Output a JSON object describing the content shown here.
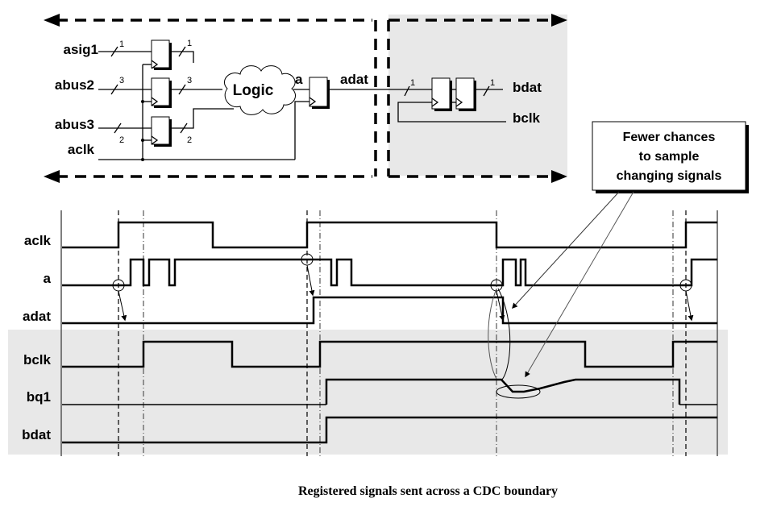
{
  "diagram": {
    "caption": "Registered signals sent across a CDC boundary",
    "colors": {
      "b_domain_fill": "#e8e8e8",
      "line": "#000000",
      "background": "#ffffff"
    },
    "schematic": {
      "inputs": [
        {
          "name": "asig1",
          "width_in": "1",
          "width_out": "1"
        },
        {
          "name": "abus2",
          "width_in": "3",
          "width_out": "3"
        },
        {
          "name": "abus3",
          "width_in": "2",
          "width_out": "2"
        },
        {
          "name": "aclk"
        }
      ],
      "logic_label": "Logic",
      "logic_out": "a",
      "a_reg_out": "adat",
      "b_side": {
        "in_width": "1",
        "out_width": "1",
        "out_label": "bdat",
        "clk_label": "bclk"
      }
    },
    "callout": {
      "lines": [
        "Fewer chances",
        "to sample",
        "changing signals"
      ]
    },
    "timing": {
      "signals": [
        "aclk",
        "a",
        "adat",
        "bclk",
        "bq1",
        "bdat"
      ]
    }
  }
}
